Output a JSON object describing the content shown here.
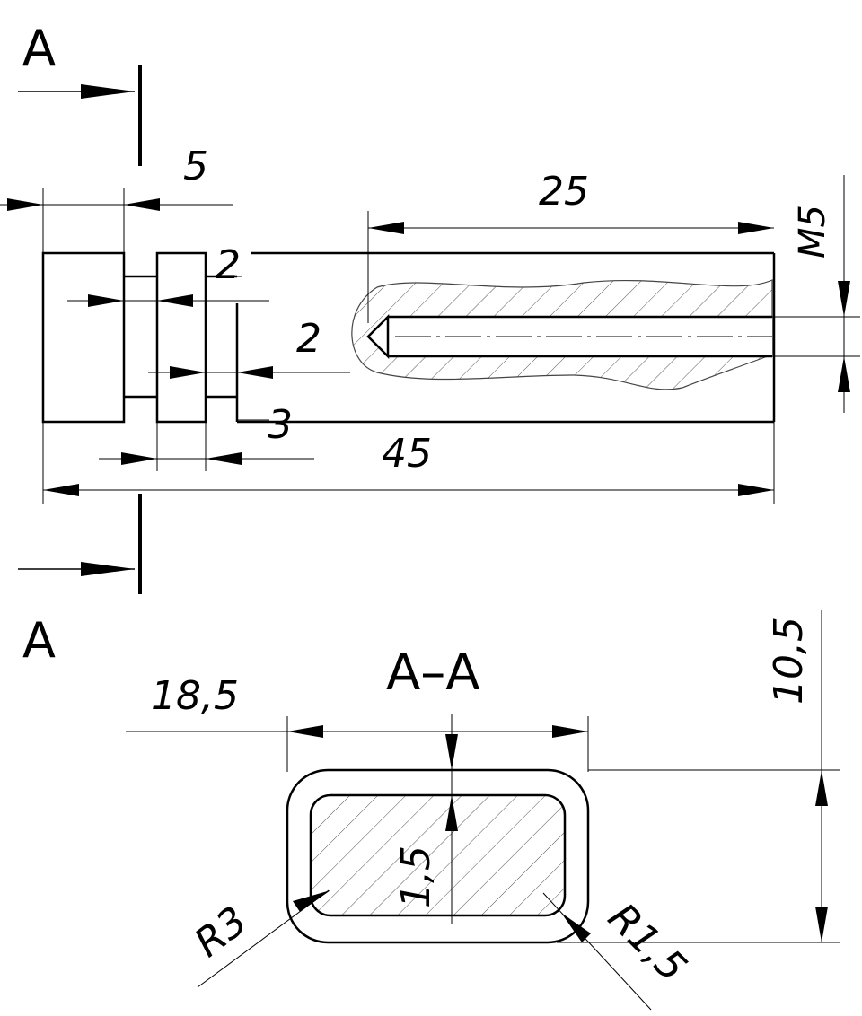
{
  "view_labels": {
    "section_top": "A",
    "section_bottom": "A",
    "section_title": "A–A"
  },
  "dimensions": {
    "d_5": "5",
    "d_25": "25",
    "d_m5": "M5",
    "d_2_top": "2",
    "d_2_mid": "2",
    "d_3": "3",
    "d_45": "45",
    "d_18_5": "18,5",
    "d_10_5": "10,5",
    "d_1_5": "1,5",
    "d_r3": "R3",
    "d_r1_5": "R1,5"
  }
}
